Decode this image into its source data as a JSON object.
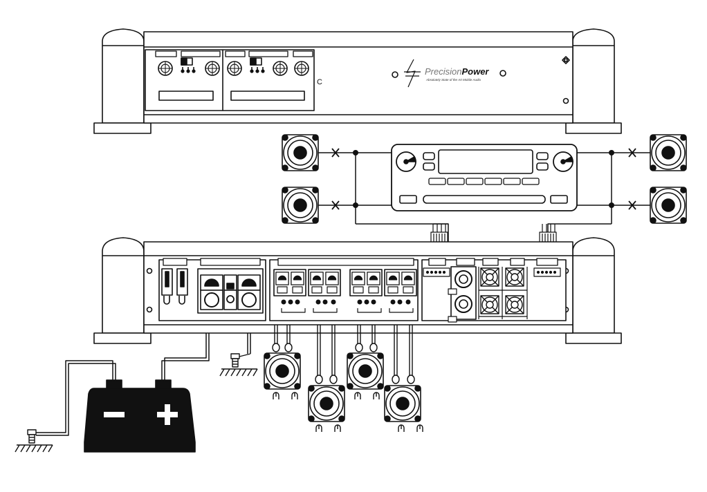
{
  "brand": {
    "name_light": "Precision",
    "name_bold": "Power",
    "tagline": "Absolutely State of the Art Mobile Audio"
  },
  "top_amp": {
    "panel_letter": "C"
  },
  "battery": {
    "negative_symbol": "−",
    "positive_symbol": "+"
  },
  "colors": {
    "line": "#111111",
    "fill": "#ffffff",
    "battery": "#111111"
  }
}
